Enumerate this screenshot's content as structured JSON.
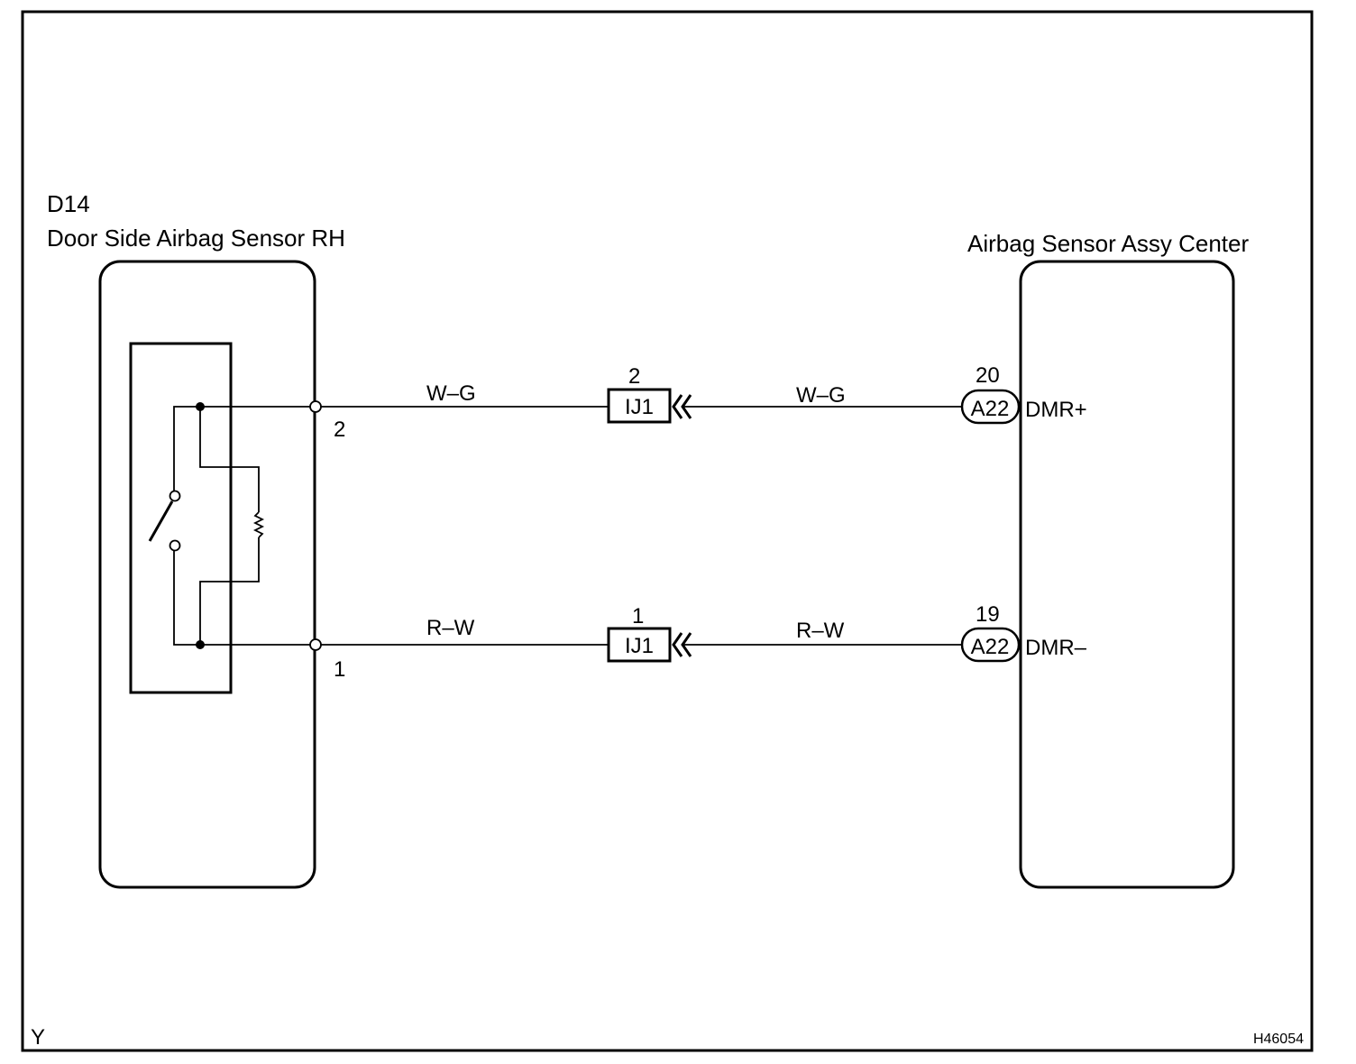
{
  "corner_label": "Y",
  "figure_id": "H46054",
  "left_component": {
    "code": "D14",
    "name": "Door Side Airbag Sensor RH",
    "pins": {
      "upper": "2",
      "lower": "1"
    }
  },
  "right_component": {
    "name": "Airbag Sensor Assy Center",
    "upper": {
      "pin": "20",
      "connector": "A22",
      "signal": "DMR+"
    },
    "lower": {
      "pin": "19",
      "connector": "A22",
      "signal": "DMR–"
    }
  },
  "junction": {
    "upper": {
      "pin": "2",
      "label": "IJ1"
    },
    "lower": {
      "pin": "1",
      "label": "IJ1"
    }
  },
  "wires": {
    "upper_left": "W–G",
    "upper_right": "W–G",
    "lower_left": "R–W",
    "lower_right": "R–W"
  }
}
